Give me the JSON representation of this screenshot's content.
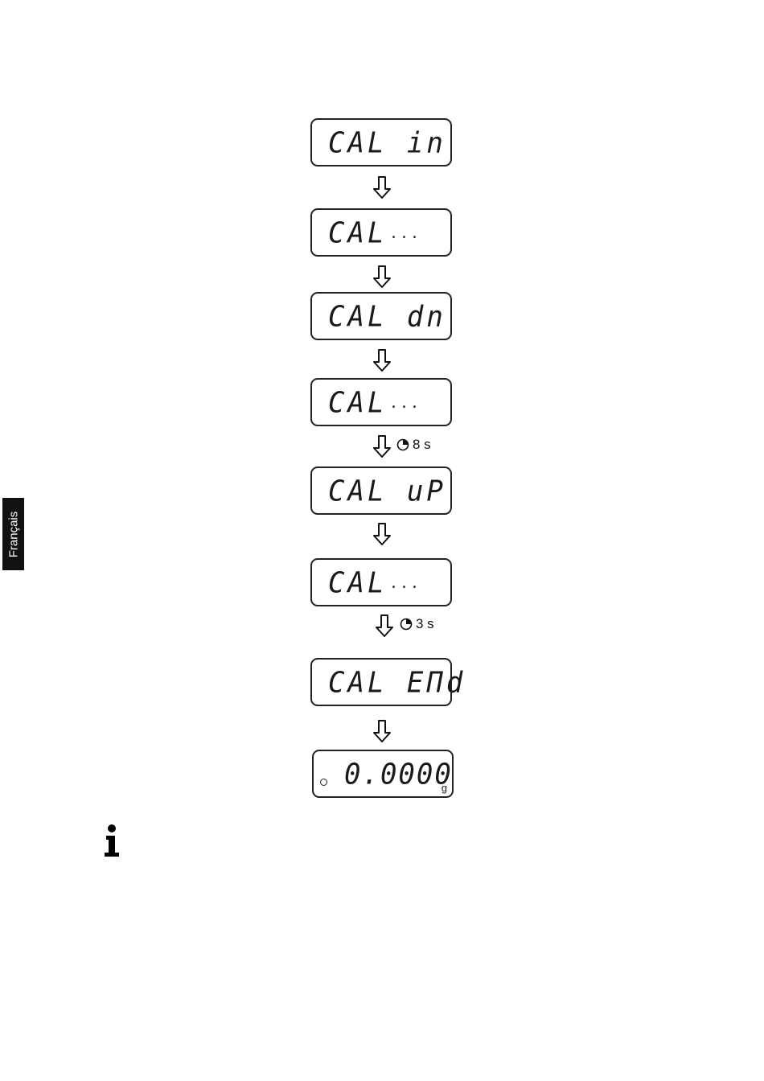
{
  "side_tab": {
    "label": "Français"
  },
  "steps": [
    {
      "display": "CAL in"
    },
    {
      "display": "CAL",
      "dots": "..."
    },
    {
      "display": "CAL dn"
    },
    {
      "display": "CAL",
      "dots": "..."
    },
    {
      "display": "CAL uP"
    },
    {
      "display": "CAL",
      "dots": "..."
    },
    {
      "display": "CAL EΠd"
    },
    {
      "display": "0.0000",
      "unit": "g"
    }
  ],
  "timers": [
    {
      "value": "8 s"
    },
    {
      "value": "3 s"
    }
  ],
  "icons": {
    "arrow": "down-arrow-icon",
    "timer": "clock-icon",
    "info": "info-icon"
  }
}
